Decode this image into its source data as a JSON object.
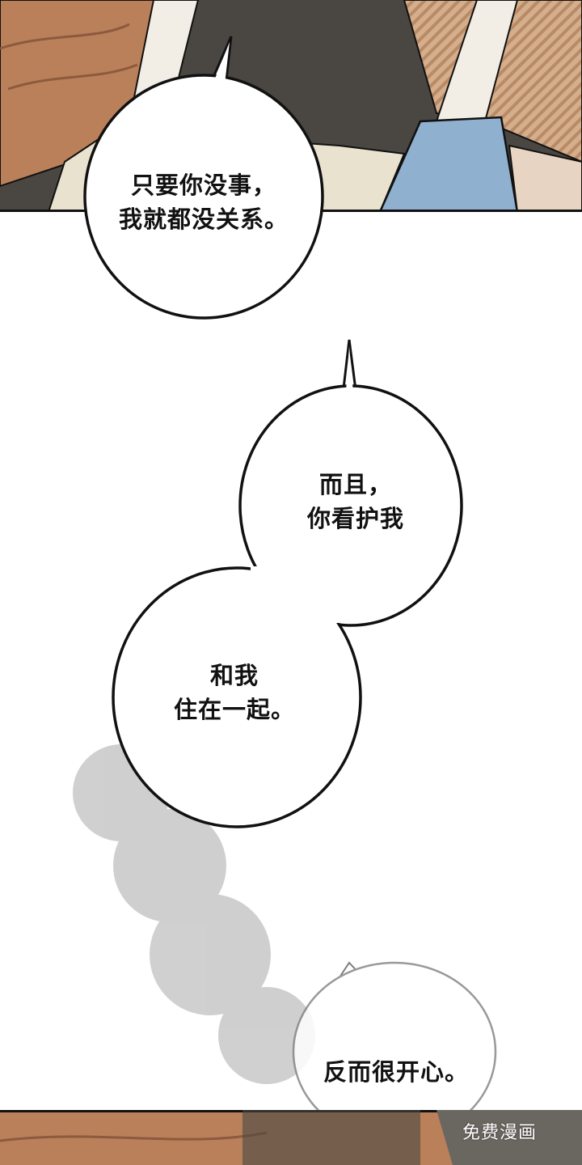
{
  "bubbles": [
    {
      "lines": [
        "只要你没事，",
        "我就都没关系。"
      ]
    },
    {
      "lines": [
        "而且，",
        "你看护我"
      ]
    },
    {
      "lines": [
        "和我",
        "住在一起。"
      ]
    },
    {
      "lines": [
        "反而很开心。"
      ]
    }
  ],
  "watermark": {
    "text": "免费漫画"
  },
  "colors": {
    "skin": "#b9805a",
    "skin_shadow": "#8d5a3d",
    "sleeve_blue": "#8fb0cf",
    "gown": "#e9e2cf",
    "dark_bg": "#4a4742",
    "stripe": "#c9a07e",
    "ink": "#111111"
  }
}
